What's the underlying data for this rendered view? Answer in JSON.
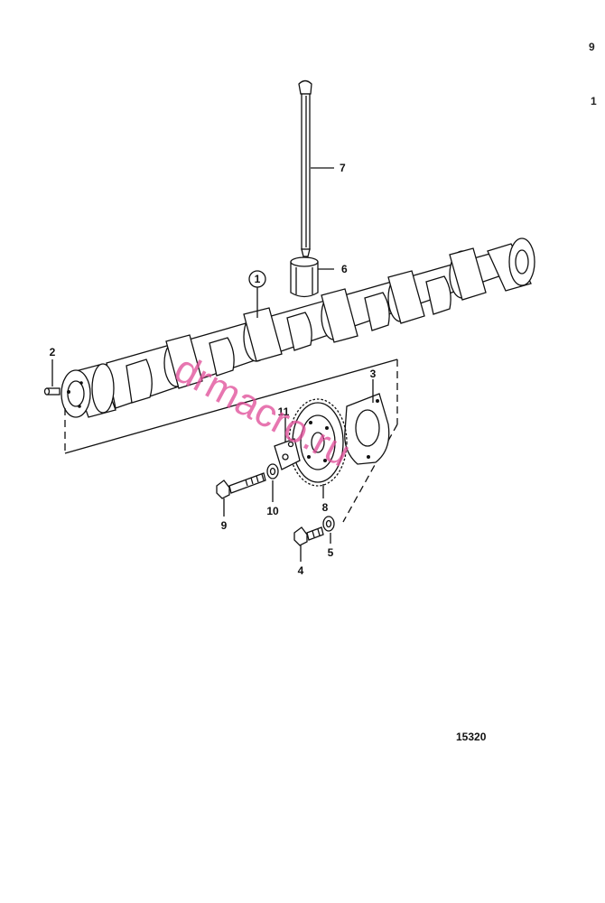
{
  "diagram": {
    "drawing_number": "15320",
    "watermark": "drmacro.ru",
    "edge_marks": [
      "9",
      "1"
    ],
    "callouts": [
      {
        "id": "1",
        "circled": true
      },
      {
        "id": "2"
      },
      {
        "id": "3"
      },
      {
        "id": "4"
      },
      {
        "id": "5"
      },
      {
        "id": "6"
      },
      {
        "id": "7"
      },
      {
        "id": "8"
      },
      {
        "id": "9"
      },
      {
        "id": "10"
      },
      {
        "id": "11"
      }
    ]
  },
  "colors": {
    "ink": "#111111",
    "background": "#ffffff",
    "watermark": "#e0509a"
  }
}
